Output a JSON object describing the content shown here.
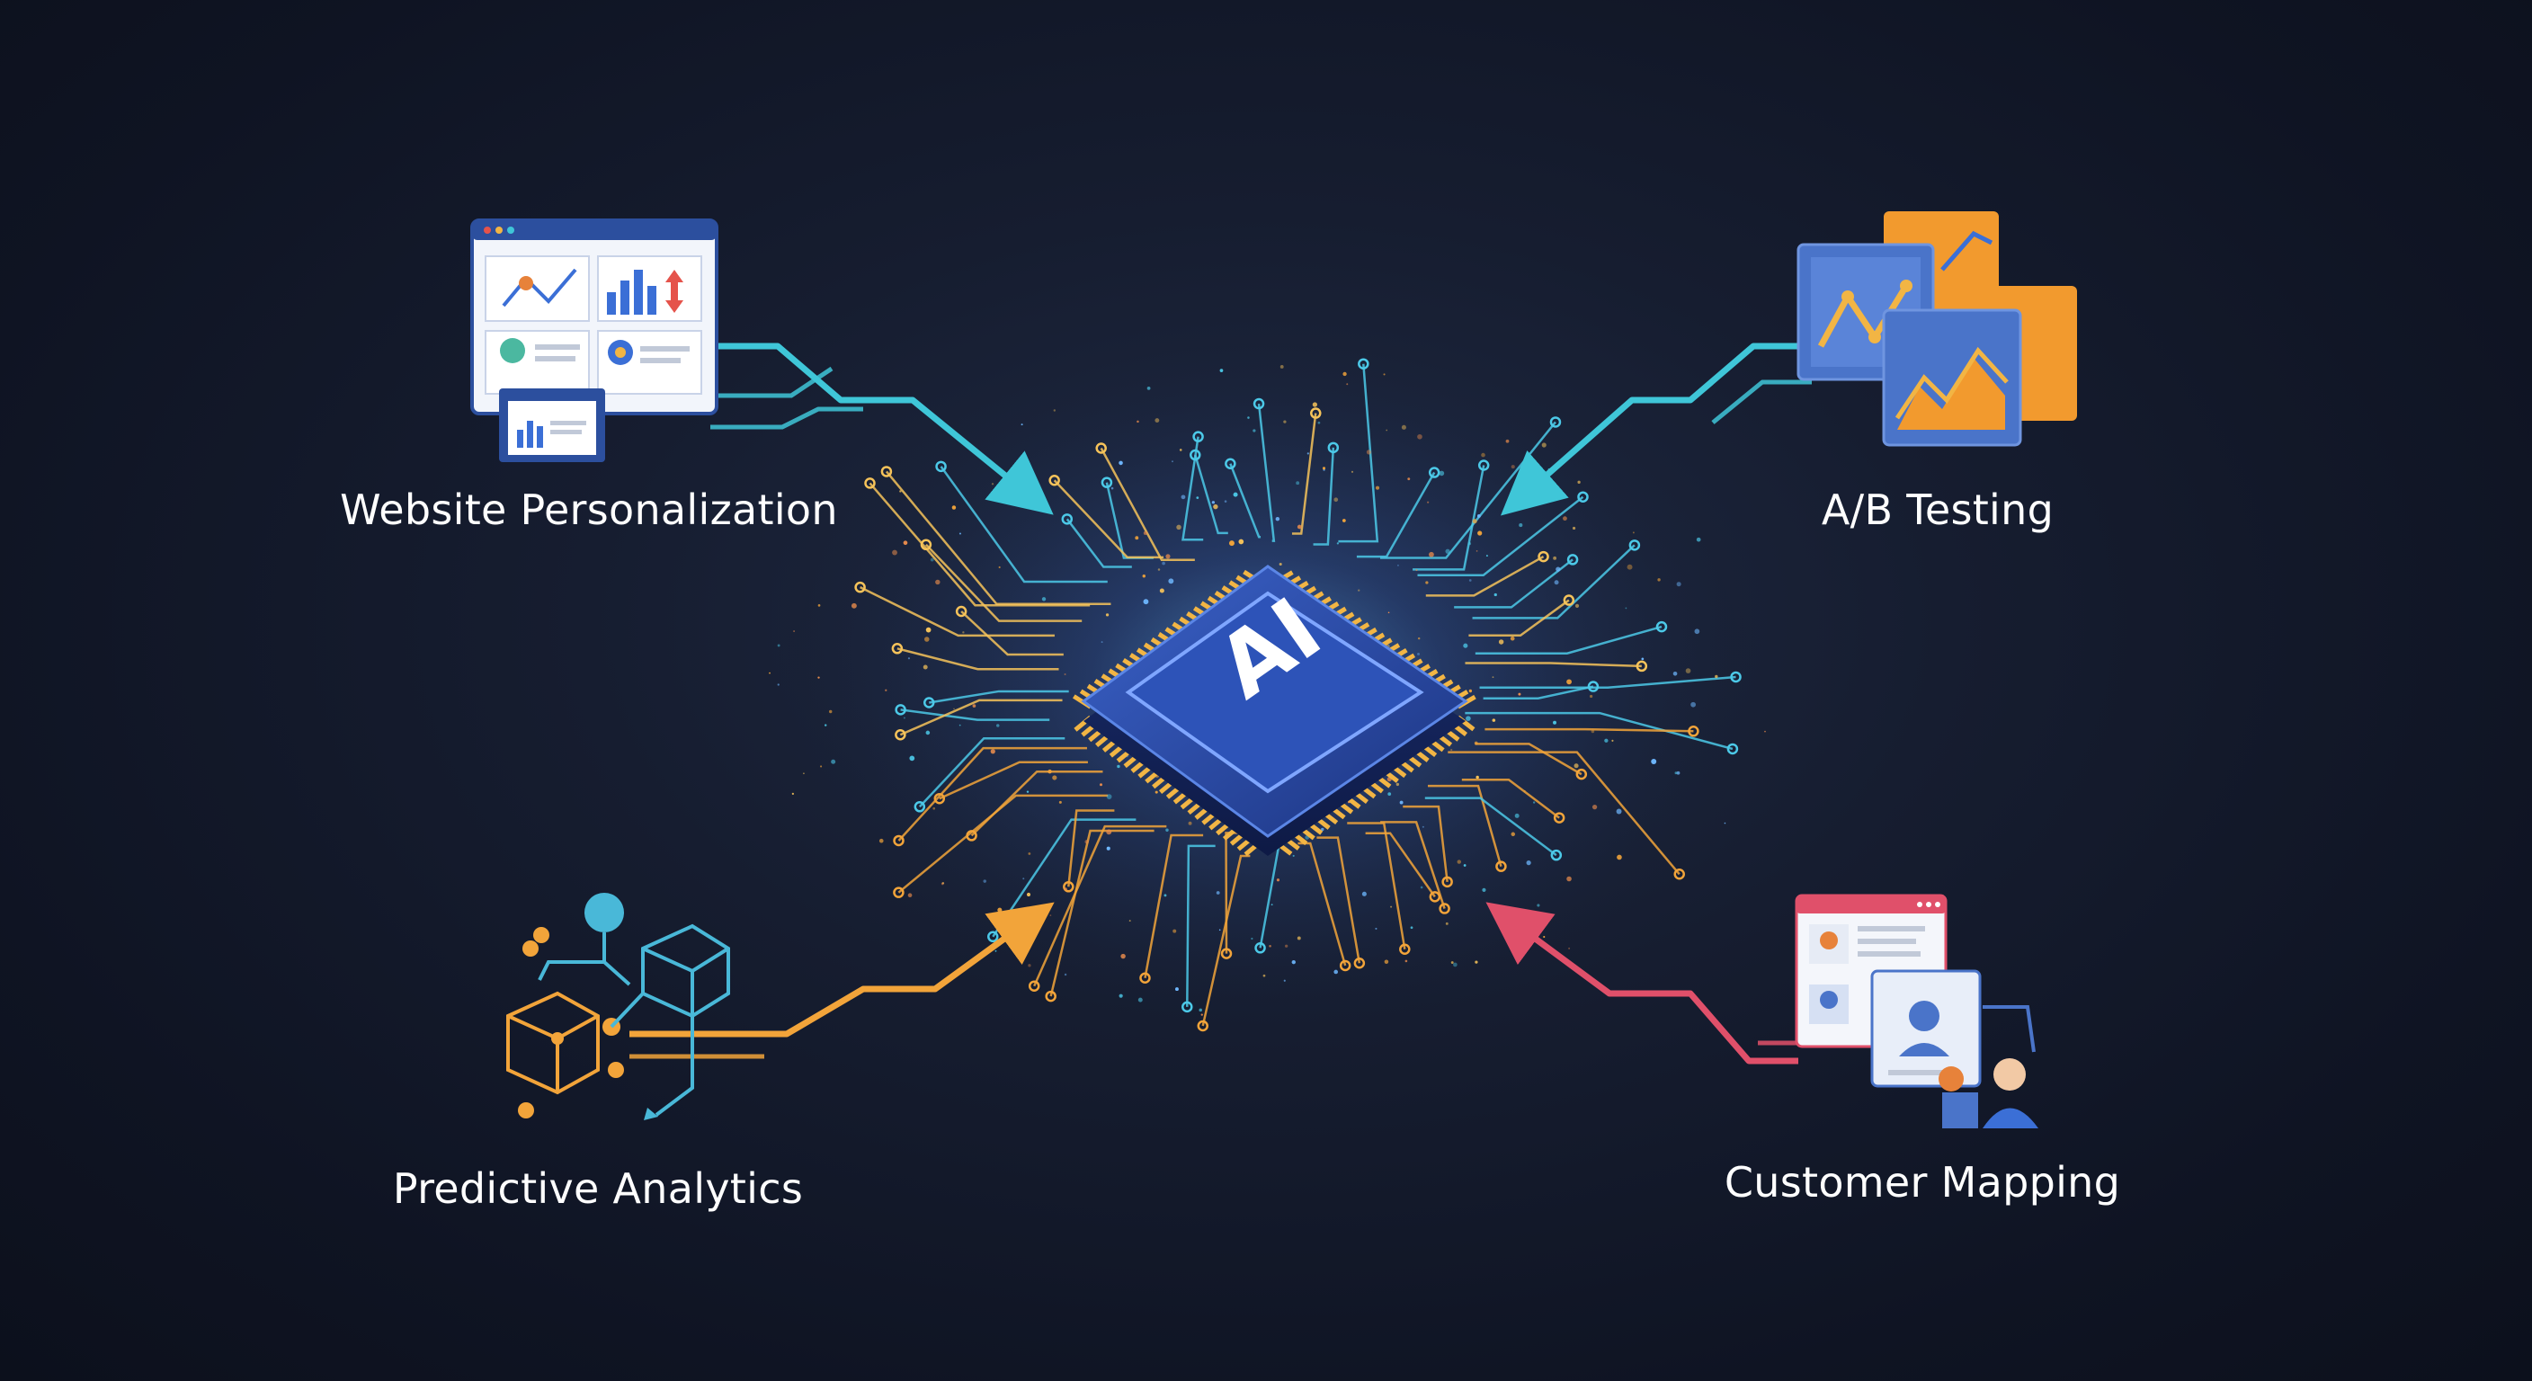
{
  "hub": {
    "chip_label": "AI"
  },
  "nodes": [
    {
      "id": "website",
      "label": "Website Personalization",
      "icon": "dashboard-icon",
      "connector_color": "#3fc6d8"
    },
    {
      "id": "abtest",
      "label": "A/B Testing",
      "icon": "comparison-charts-icon",
      "connector_color": "#3fc6d8"
    },
    {
      "id": "predictive",
      "label": "Predictive Analytics",
      "icon": "network-cubes-icon",
      "connector_color": "#f2a43a"
    },
    {
      "id": "customer",
      "label": "Customer Mapping",
      "icon": "customer-profile-icon",
      "connector_color": "#e0506a"
    }
  ],
  "colors": {
    "background": "#111727",
    "chip": "#2a4aa8",
    "chip_pins": "#f2b544",
    "cyan": "#3fc6d8",
    "orange": "#f2a43a",
    "red": "#e0506a"
  }
}
